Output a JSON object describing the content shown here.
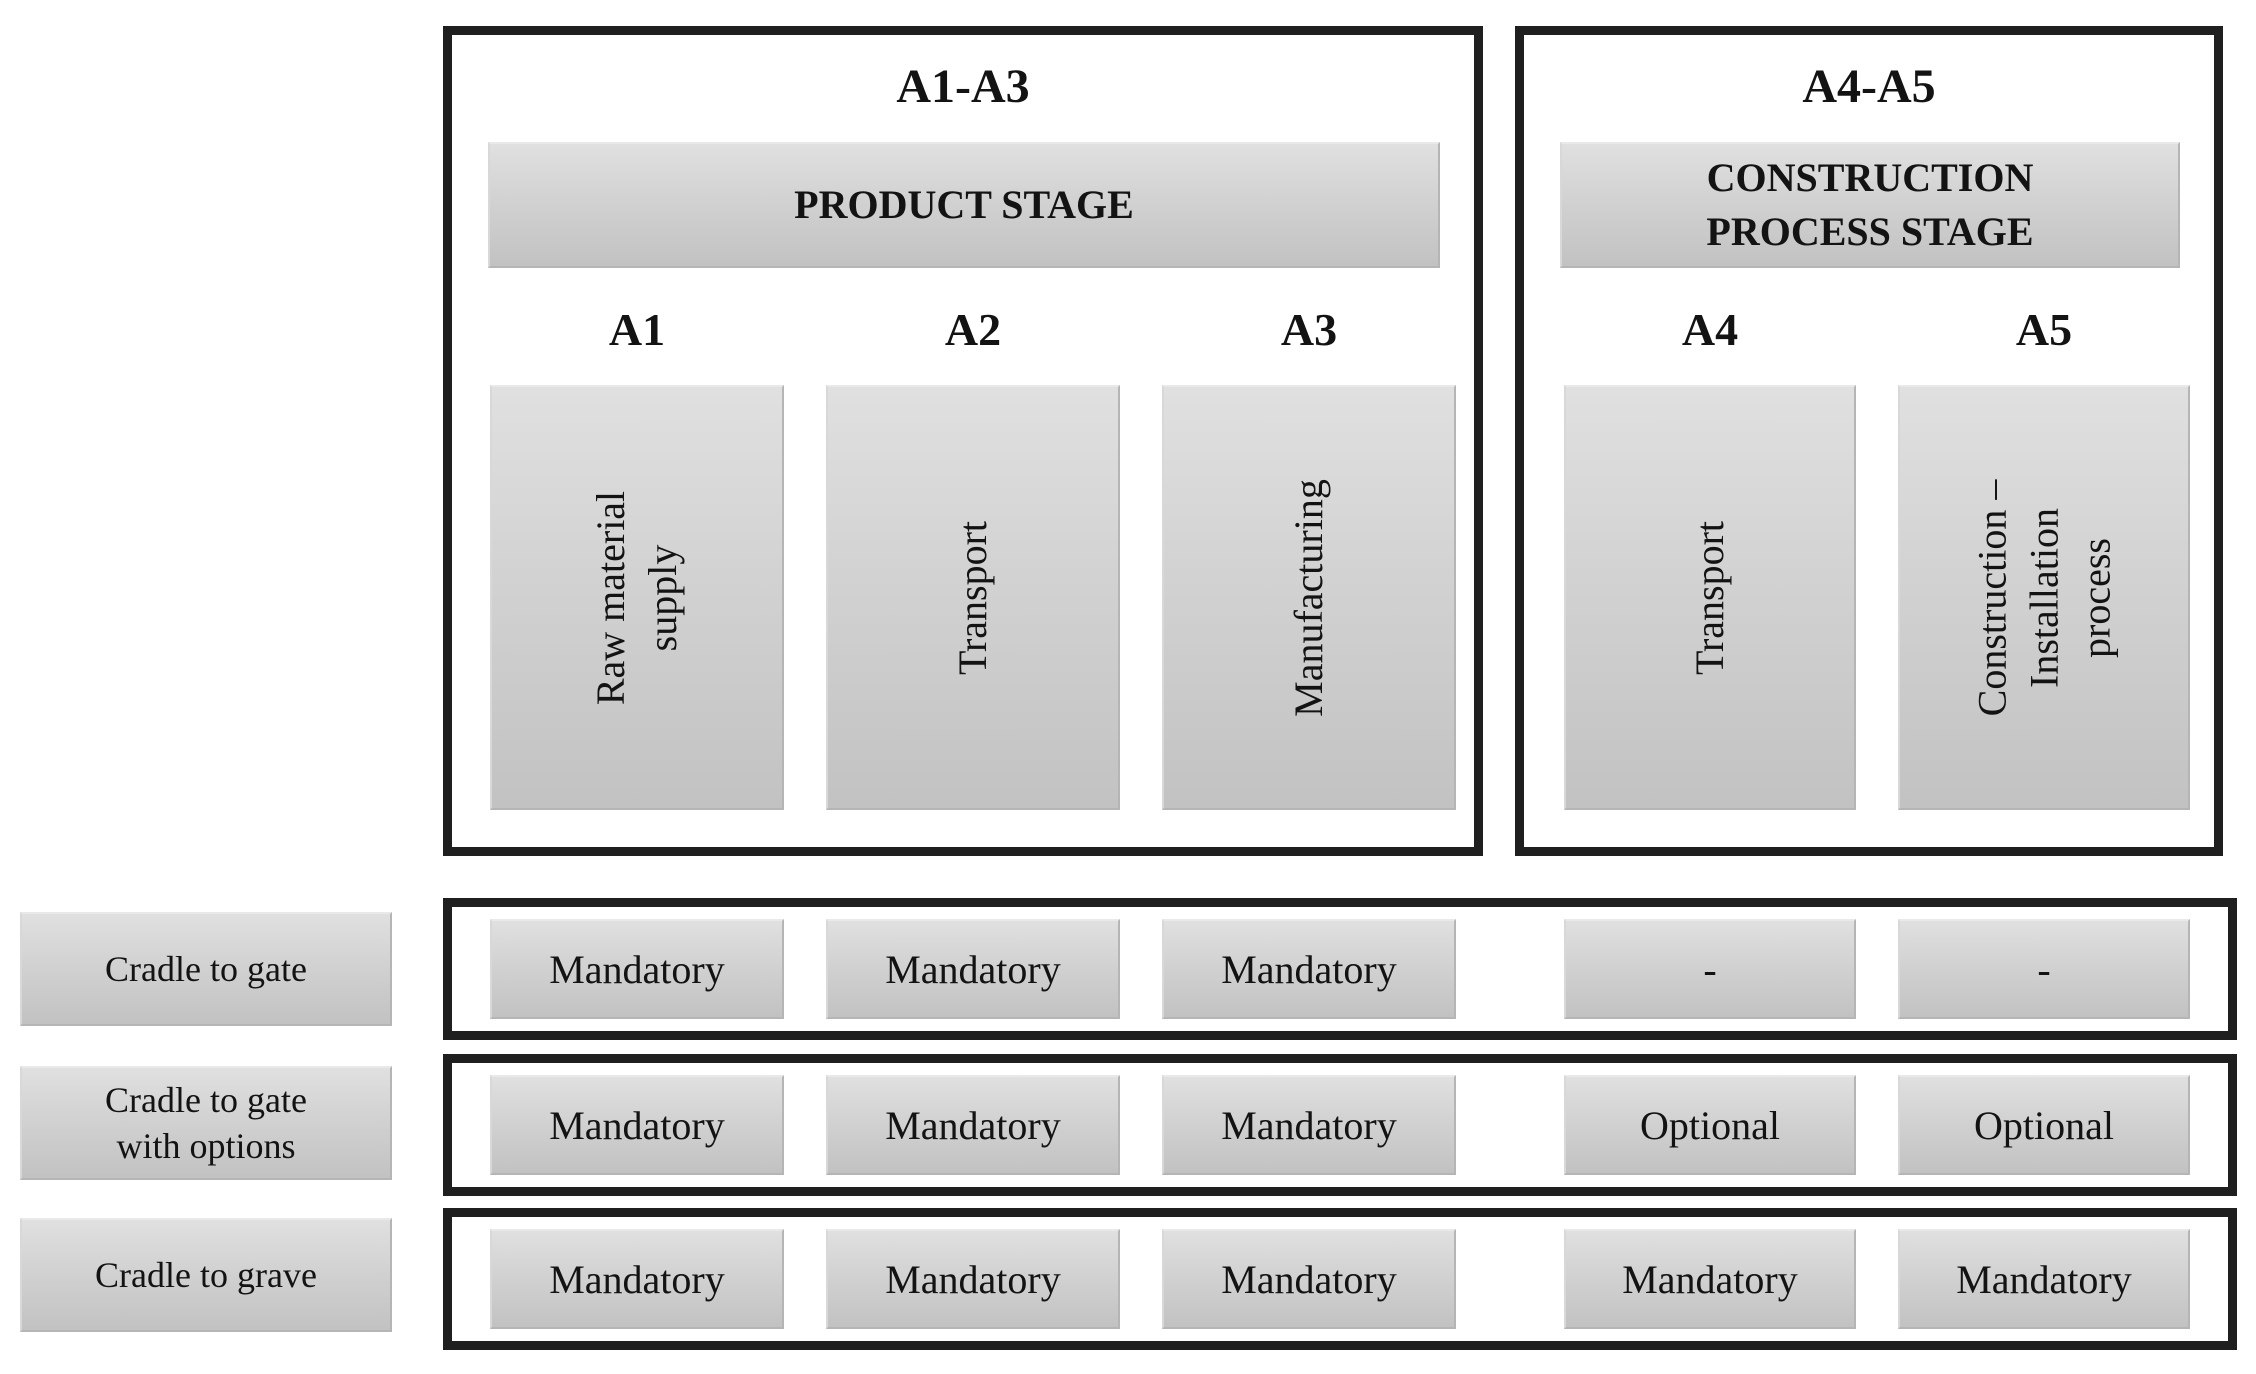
{
  "diagram": {
    "groups": [
      {
        "label": "A1-A3",
        "stage_title": "PRODUCT STAGE",
        "modules": [
          {
            "code": "A1",
            "name": "Raw material\nsupply"
          },
          {
            "code": "A2",
            "name": "Transport"
          },
          {
            "code": "A3",
            "name": "Manufacturing"
          }
        ]
      },
      {
        "label": "A4-A5",
        "stage_title": "CONSTRUCTION\nPROCESS STAGE",
        "modules": [
          {
            "code": "A4",
            "name": "Transport"
          },
          {
            "code": "A5",
            "name": "Construction –\nInstallation\nprocess"
          }
        ]
      }
    ],
    "scopes": [
      {
        "label": "Cradle to gate",
        "cells": [
          "Mandatory",
          "Mandatory",
          "Mandatory",
          "-",
          "-"
        ]
      },
      {
        "label": "Cradle to gate\nwith options",
        "cells": [
          "Mandatory",
          "Mandatory",
          "Mandatory",
          "Optional",
          "Optional"
        ]
      },
      {
        "label": "Cradle to grave",
        "cells": [
          "Mandatory",
          "Mandatory",
          "Mandatory",
          "Mandatory",
          "Mandatory"
        ]
      }
    ],
    "colors": {
      "frame_border": "#1f1f1f",
      "plate_fill_top": "#e0e0e0",
      "plate_fill_bottom": "#c2c2c2",
      "plate_border": "#b5b5b5"
    }
  }
}
